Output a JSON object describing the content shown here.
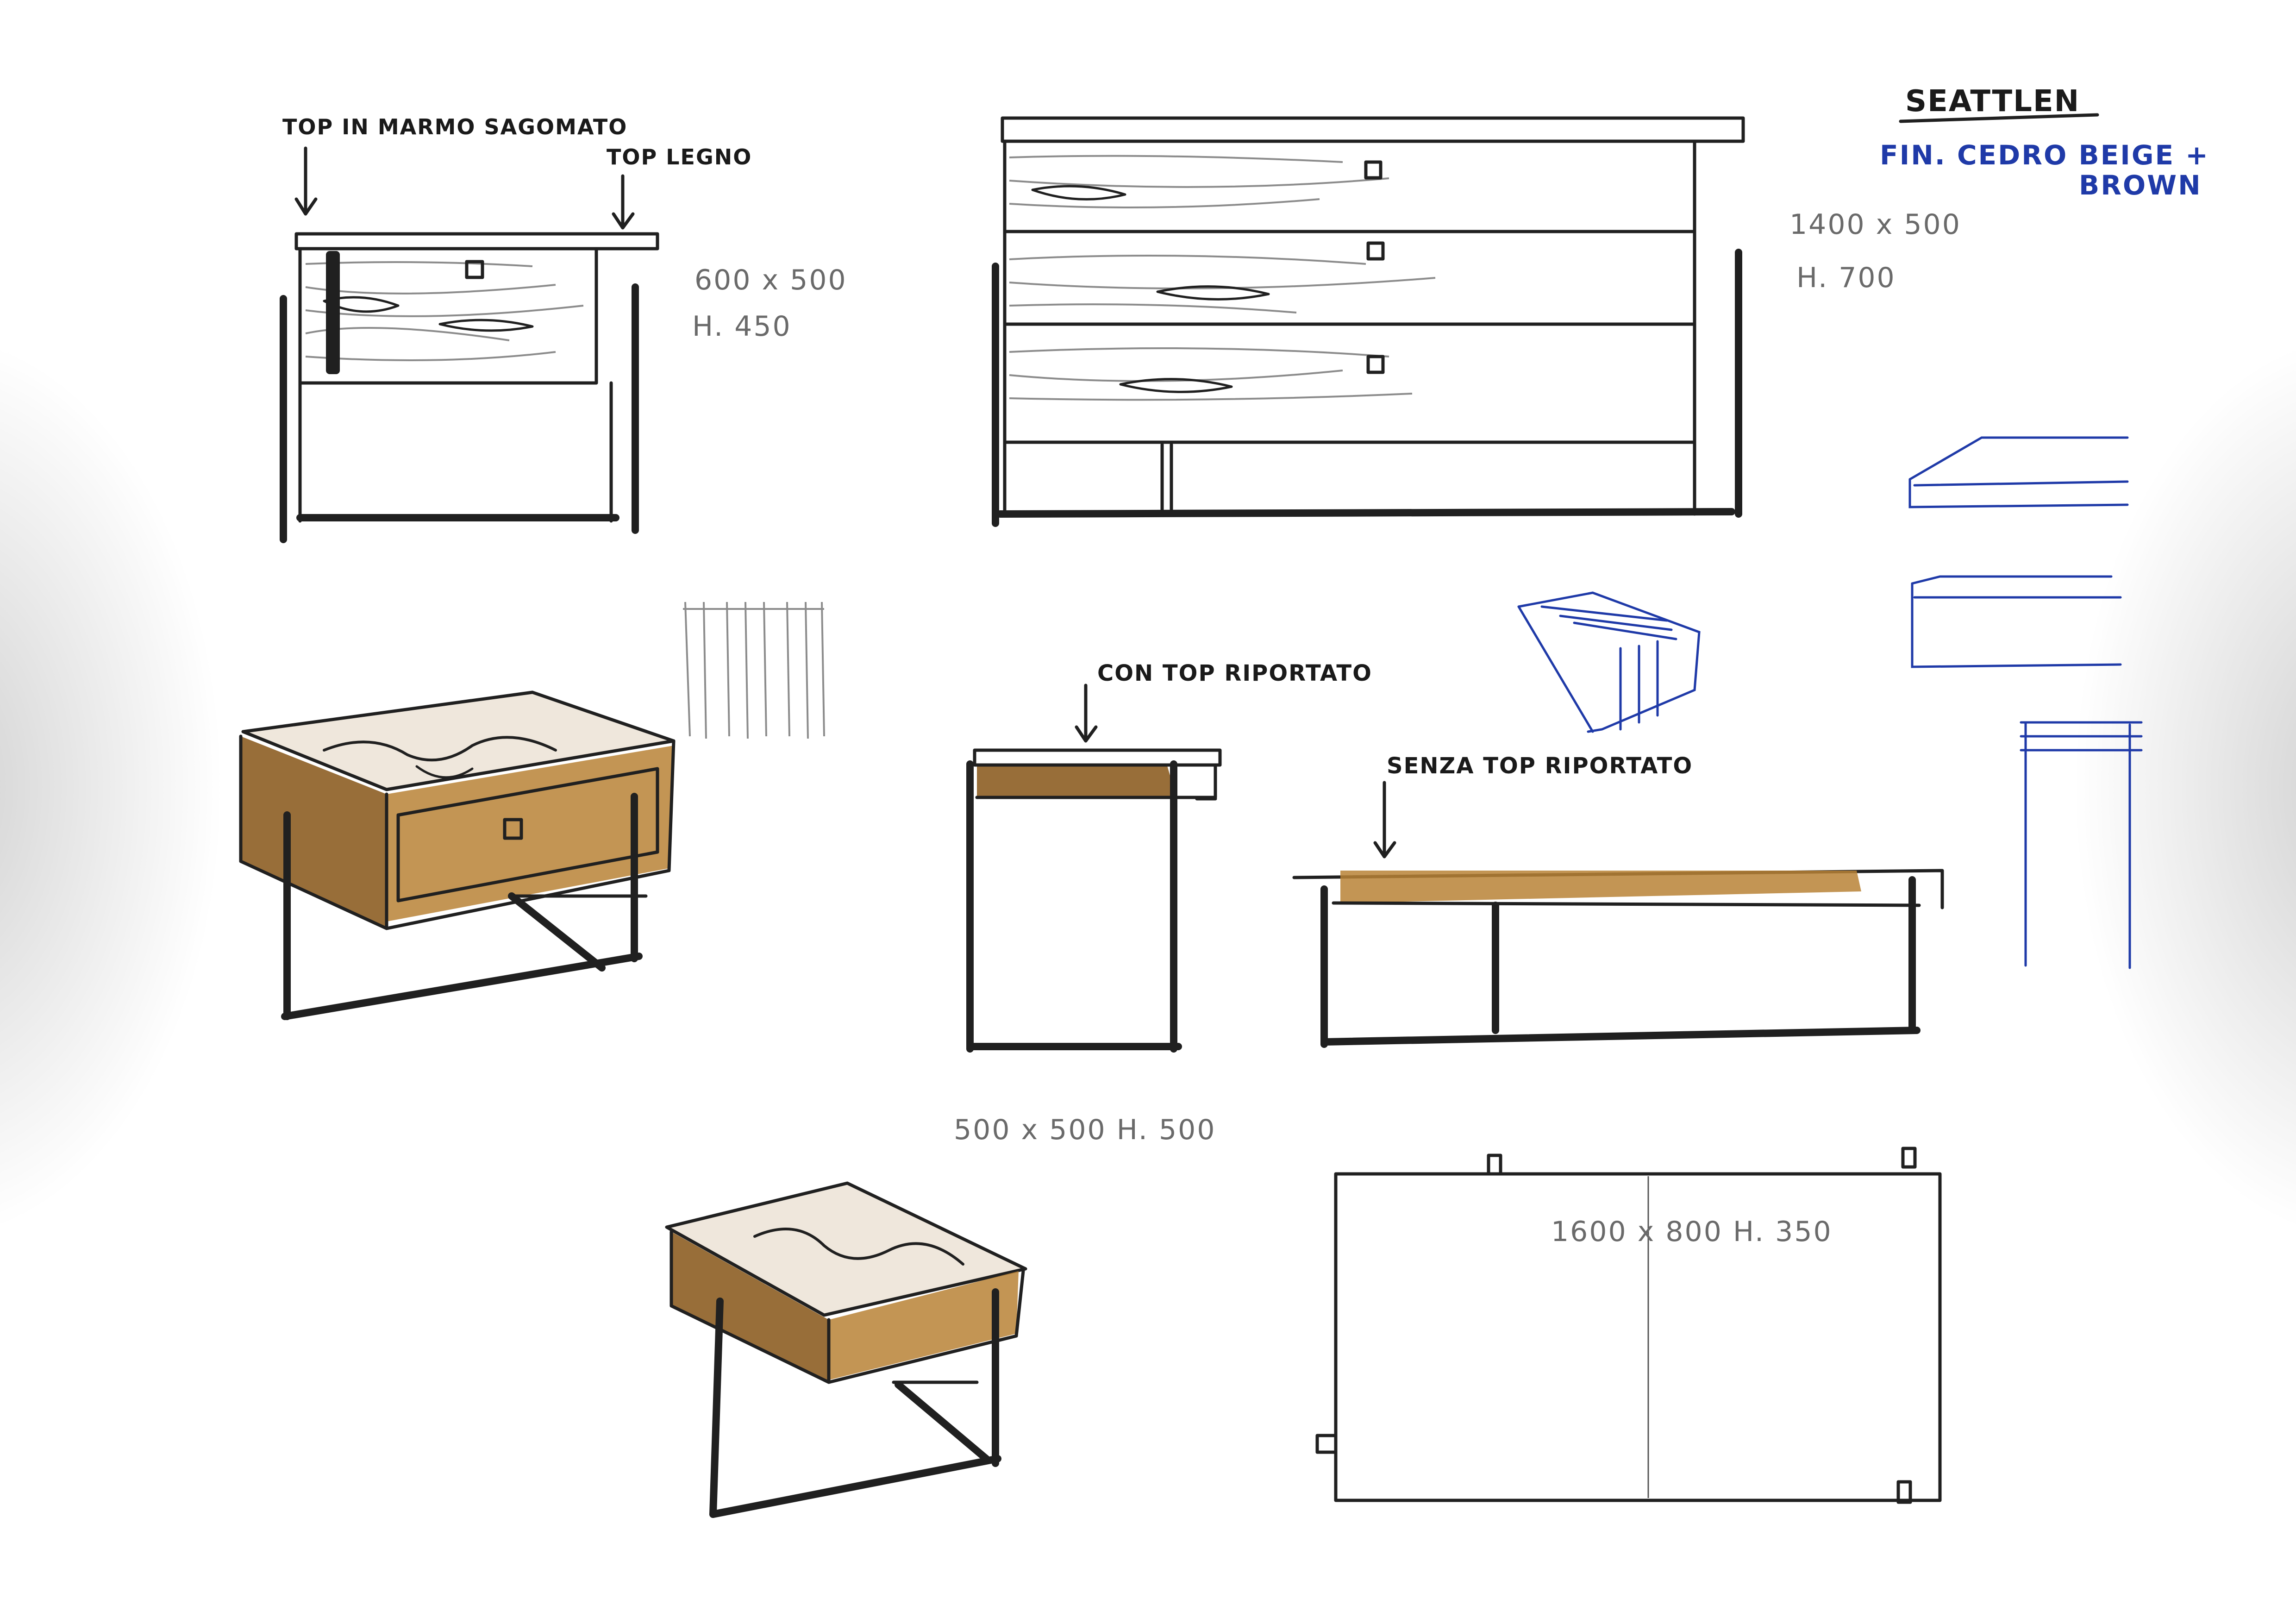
{
  "title": "SEATTLEN",
  "finish": {
    "line1": "FIN. CEDRO BEIGE +",
    "line2": "BROWN"
  },
  "labels": {
    "top_marble": "TOP IN MARMO SAGOMATO",
    "top_wood": "TOP LEGNO",
    "with_top": "CON TOP RIPORTATO",
    "without_top": "SENZA TOP RIPORTATO"
  },
  "dimensions": {
    "nightstand_size": "600 x 500",
    "nightstand_height": "H. 450",
    "sideboard_size": "1400 x 500",
    "sideboard_height": "H. 700",
    "side_table": "500 x 500 H. 500",
    "coffee_table": "1600 x 800 H. 350"
  },
  "colors": {
    "ink": "#202020",
    "wood": "#8a5a1e",
    "blue_pen": "#1f3aa8"
  }
}
